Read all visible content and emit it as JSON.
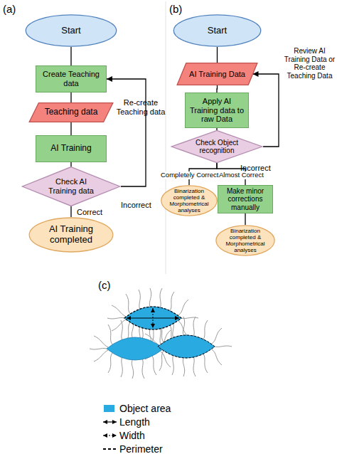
{
  "diagram": {
    "nodes": [
      {
        "text": [
          "Start"
        ]
      },
      {
        "text": [
          "Create Teaching data"
        ]
      },
      {
        "text": [
          "Teaching data"
        ]
      },
      {
        "text": [
          "AI Training"
        ]
      },
      {
        "text": [
          "Check AI Training data"
        ]
      },
      {
        "text": [
          "AI Training completed"
        ]
      },
      {
        "text": [
          "Start"
        ]
      },
      {
        "text": [
          "AI Training Data"
        ]
      },
      {
        "text": [
          "Apply AI Training data to raw Data"
        ]
      },
      {
        "text": [
          "Check Object recognition"
        ]
      },
      {
        "text": [
          "Binarization completed & Morphometrical analyses"
        ]
      },
      {
        "text": [
          "Make minor corrections manually"
        ]
      },
      {
        "text": [
          "Binarization completed & Morphometrical analyses"
        ]
      }
    ],
    "edges": [
      {
        "from": 0,
        "to": 1,
        "arrow": "none"
      },
      {
        "from": 1,
        "to": 2,
        "arrow": "none"
      },
      {
        "from": 2,
        "to": 3,
        "arrow": "none"
      },
      {
        "from": 3,
        "to": 4,
        "arrow": "none"
      },
      {
        "from": 4,
        "to": 5,
        "label": "Correct",
        "arrow": "none"
      },
      {
        "from": 4,
        "to": 1,
        "label": "Incorrect",
        "arrow": "to"
      },
      {
        "from": 6,
        "to": 7,
        "arrow": "none"
      },
      {
        "from": 7,
        "to": 8,
        "arrow": "none"
      },
      {
        "from": 8,
        "to": 9,
        "arrow": "none"
      },
      {
        "from": 9,
        "to": 7,
        "label": "Incorrect",
        "arrow": "to"
      },
      {
        "from": 9,
        "to": 10,
        "label": "Completely Correct",
        "arrow": "none"
      },
      {
        "from": 9,
        "to": 11,
        "label": "Almost Correct",
        "arrow": "none"
      },
      {
        "from": 11,
        "to": 12,
        "arrow": "none"
      }
    ],
    "labels": [
      "(a)",
      "(b)",
      "(c)",
      "Re-create Teaching data",
      "Review AI Training Data or Re-create Teaching Data"
    ],
    "legend": [
      {
        "text": "Object area",
        "color": "#29abe2"
      },
      {
        "text": "Length"
      },
      {
        "text": "Width"
      },
      {
        "text": "Perimeter"
      }
    ]
  }
}
